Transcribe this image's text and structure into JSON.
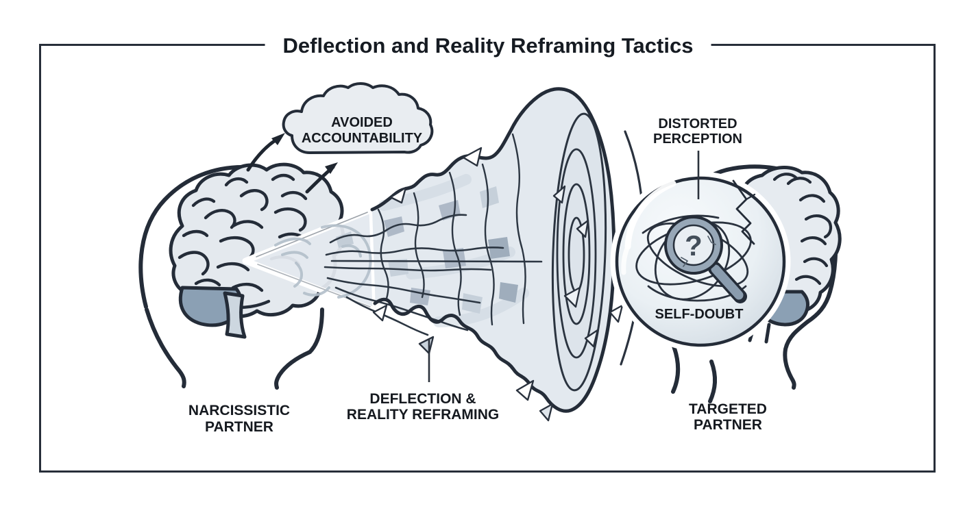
{
  "title": "Deflection and Reality Reframing Tactics",
  "cloud": {
    "line1": "AVOIDED",
    "line2": "ACCOUNTABILITY"
  },
  "left_partner": {
    "line1": "NARCISSISTIC",
    "line2": "PARTNER"
  },
  "center_label": {
    "line1": "DEFLECTION &",
    "line2": "REALITY REFRAMING"
  },
  "distorted": {
    "line1": "DISTORTED",
    "line2": "PERCEPTION"
  },
  "bubble": {
    "self_doubt": "SELF-DOUBT",
    "question_mark": "?"
  },
  "right_partner": {
    "line1": "TARGETED",
    "line2": "PARTNER"
  },
  "icons": {
    "left_brain": "brain-icon",
    "right_brain": "brain-icon",
    "cloud": "thought-cloud-icon",
    "cone": "distortion-cone-icon",
    "bubble": "perception-bubble-icon",
    "magnifier": "magnifier-icon",
    "arrows": "curved-arrow-icon"
  },
  "colors": {
    "outline": "#242c38",
    "text": "#15191f",
    "light_fill": "#e4e9ef",
    "mid_fill": "#aebbc9",
    "slate_fill": "#8ba0b4",
    "ghost_gray": "#b3bfca",
    "background": "#ffffff"
  }
}
